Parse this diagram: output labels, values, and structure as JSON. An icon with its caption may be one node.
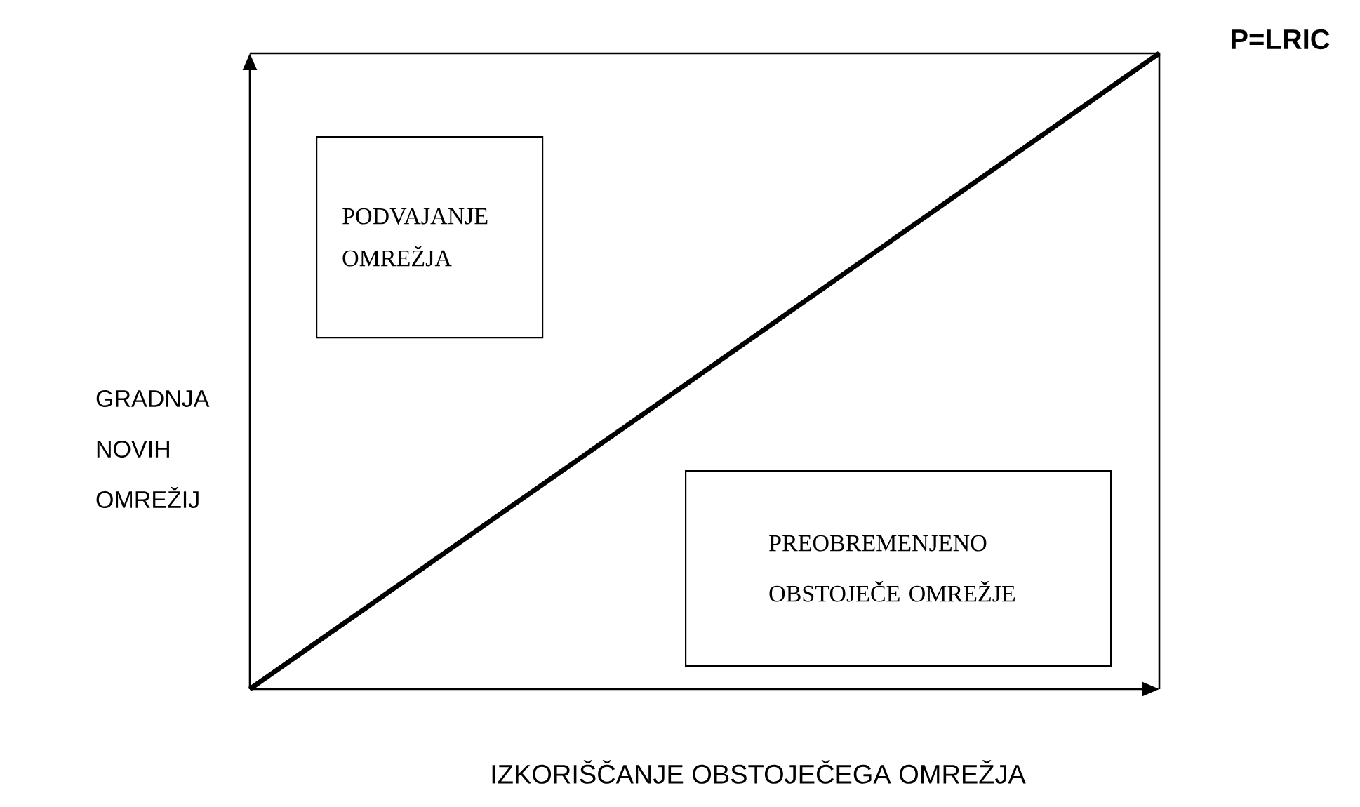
{
  "diagram": {
    "nodes": [
      {
        "text": [
          "PODVAJANJE OMREŽJA"
        ]
      },
      {
        "text": [
          "PREOBREMENJENO OBSTOJEČE OMREŽJE"
        ]
      }
    ],
    "labels": [
      "P=LRIC",
      "GRADNJA NOVIH OMREŽIJ",
      "IZKORIŠČANJE OBSTOJEČEGA OMREŽJA"
    ]
  }
}
